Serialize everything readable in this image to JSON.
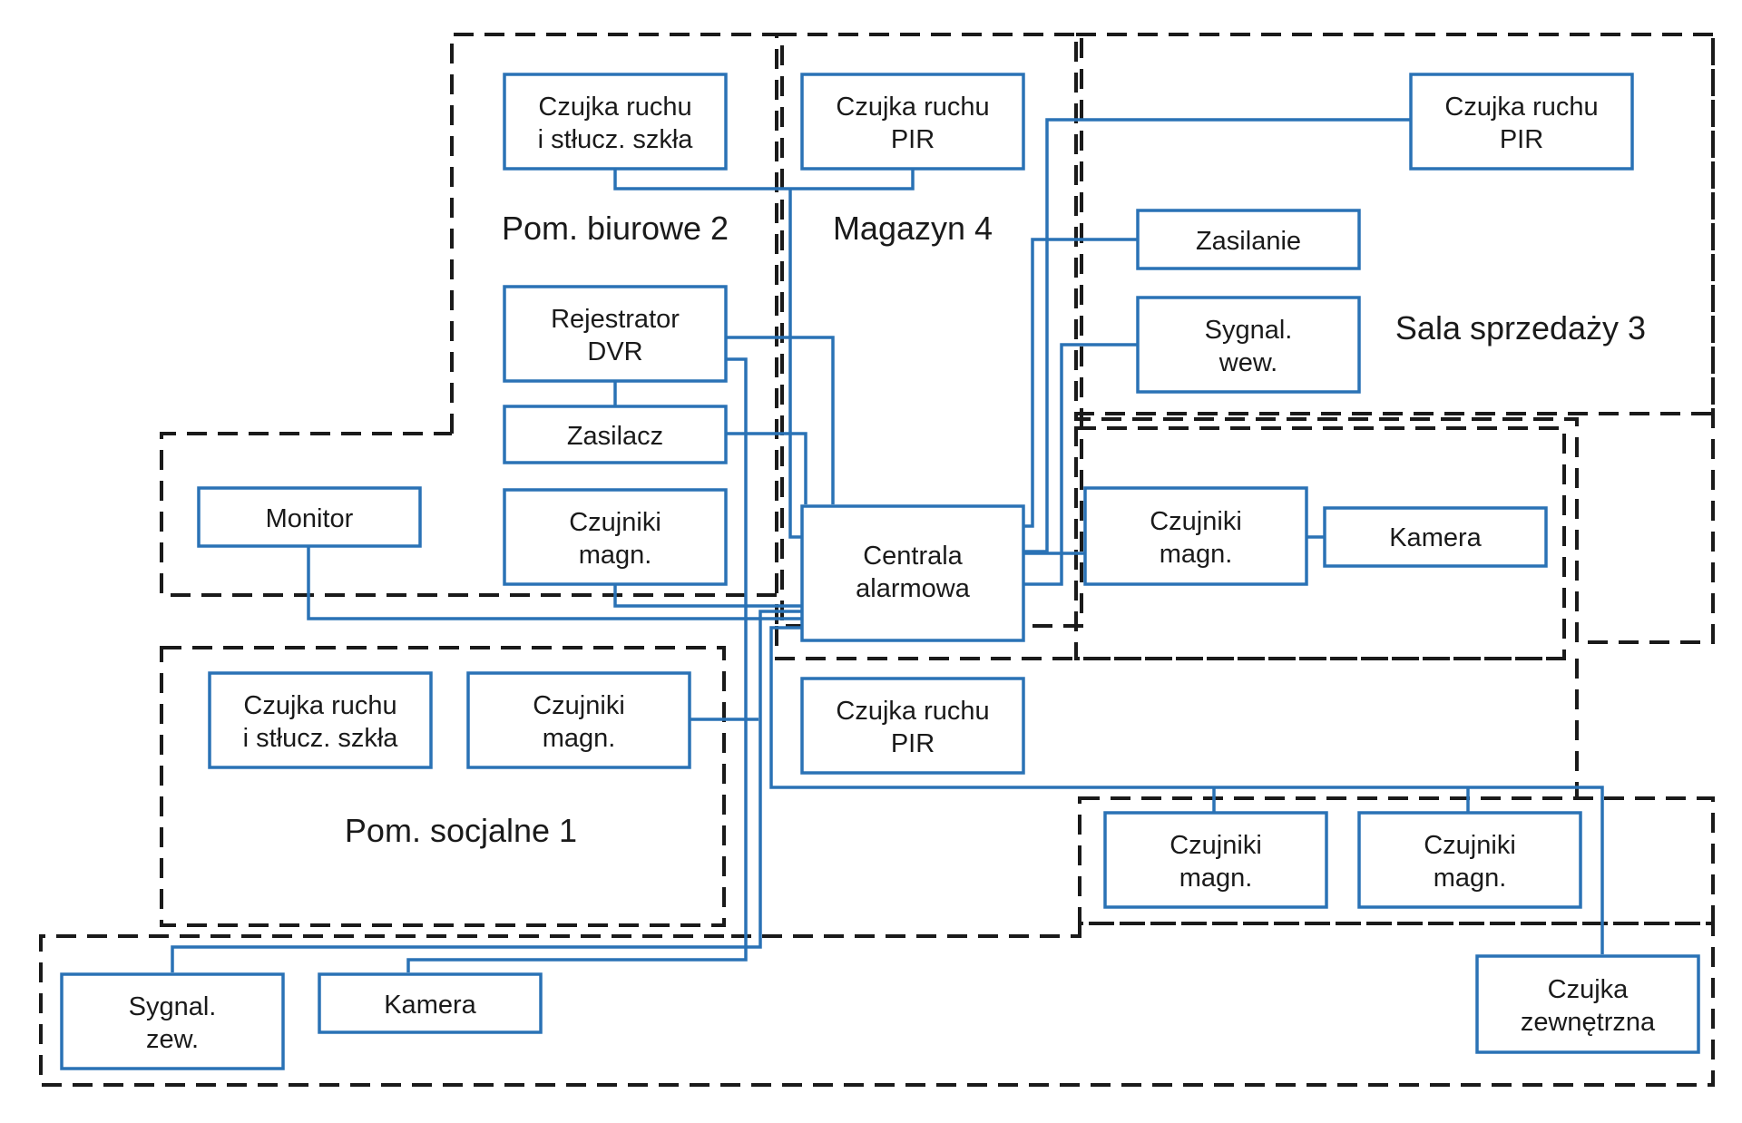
{
  "rooms": {
    "office": "Pom. biurowe 2",
    "storage": "Magazyn 4",
    "sales_hall": "Sala sprzedaży 3",
    "social": "Pom. socjalne 1"
  },
  "devices": {
    "office_motion_glass": [
      "Czujka ruchu",
      "i stłucz. szkła"
    ],
    "storage_pir": [
      "Czujka ruchu",
      "PIR"
    ],
    "sales_pir_top": [
      "Czujka ruchu",
      "PIR"
    ],
    "power_supply_sales": [
      "Zasilanie"
    ],
    "internal_siren": [
      "Sygnal.",
      "wew."
    ],
    "dvr": [
      "Rejestrator",
      "DVR"
    ],
    "dvr_psu": [
      "Zasilacz"
    ],
    "office_magnetic": [
      "Czujniki",
      "magn."
    ],
    "monitor": [
      "Monitor"
    ],
    "control_panel": [
      "Centrala",
      "alarmowa"
    ],
    "sales_magnetic": [
      "Czujniki",
      "magn."
    ],
    "sales_camera": [
      "Kamera"
    ],
    "social_motion_glass": [
      "Czujka ruchu",
      "i stłucz. szkła"
    ],
    "social_magnetic": [
      "Czujniki",
      "magn."
    ],
    "sales_pir_bottom": [
      "Czujka ruchu",
      "PIR"
    ],
    "bottom_magnetic_left": [
      "Czujniki",
      "magn."
    ],
    "bottom_magnetic_right": [
      "Czujniki",
      "magn."
    ],
    "external_siren": [
      "Sygnal.",
      "zew."
    ],
    "outside_camera": [
      "Kamera"
    ],
    "external_sensor": [
      "Czujka",
      "zewnętrzna"
    ]
  },
  "colors": {
    "wire": "#2a72b5",
    "zone_border": "#1a1a1a"
  }
}
